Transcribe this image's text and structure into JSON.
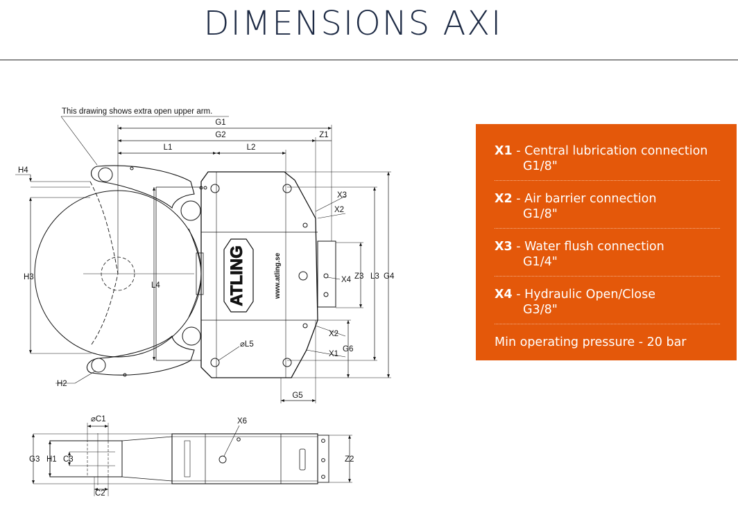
{
  "header": {
    "title": "DIMENSIONS AXI"
  },
  "drawing": {
    "note": "This drawing shows extra open upper arm.",
    "dims": {
      "G1": "G1",
      "G2": "G2",
      "Z1": "Z1",
      "L1": "L1",
      "L2": "L2",
      "H4": "H4",
      "H3": "H3",
      "H2": "H2",
      "L4": "L4",
      "X3": "X3",
      "X2a": "X2",
      "X2b": "X2",
      "X1": "X1",
      "X4": "X4",
      "Z3": "Z3",
      "L3": "L3",
      "G4": "G4",
      "G6": "G6",
      "G5": "G5",
      "L5": "⌀L5",
      "C1": "⌀C1",
      "X6": "X6",
      "G3": "G3",
      "H1": "H1",
      "C3": "C3",
      "Z2": "Z2",
      "C2": "C2"
    },
    "logo_text": "ATLING",
    "website": "www.atling.se"
  },
  "connections": [
    {
      "code": "X1",
      "sep": " - ",
      "desc": "Central lubrication connection",
      "spec": "G1/8\""
    },
    {
      "code": "X2",
      "sep": " - ",
      "desc": "Air barrier connection",
      "spec": "G1/8\""
    },
    {
      "code": "X3",
      "sep": " - ",
      "desc": "Water flush connection",
      "spec": "G1/4\""
    },
    {
      "code": "X4",
      "sep": " - ",
      "desc": "Hydraulic Open/Close",
      "spec": "G3/8\""
    }
  ],
  "min_pressure": "Min operating pressure - 20 bar",
  "colors": {
    "panel": "#e4580a",
    "title": "#1d2a44",
    "line": "#111111"
  }
}
